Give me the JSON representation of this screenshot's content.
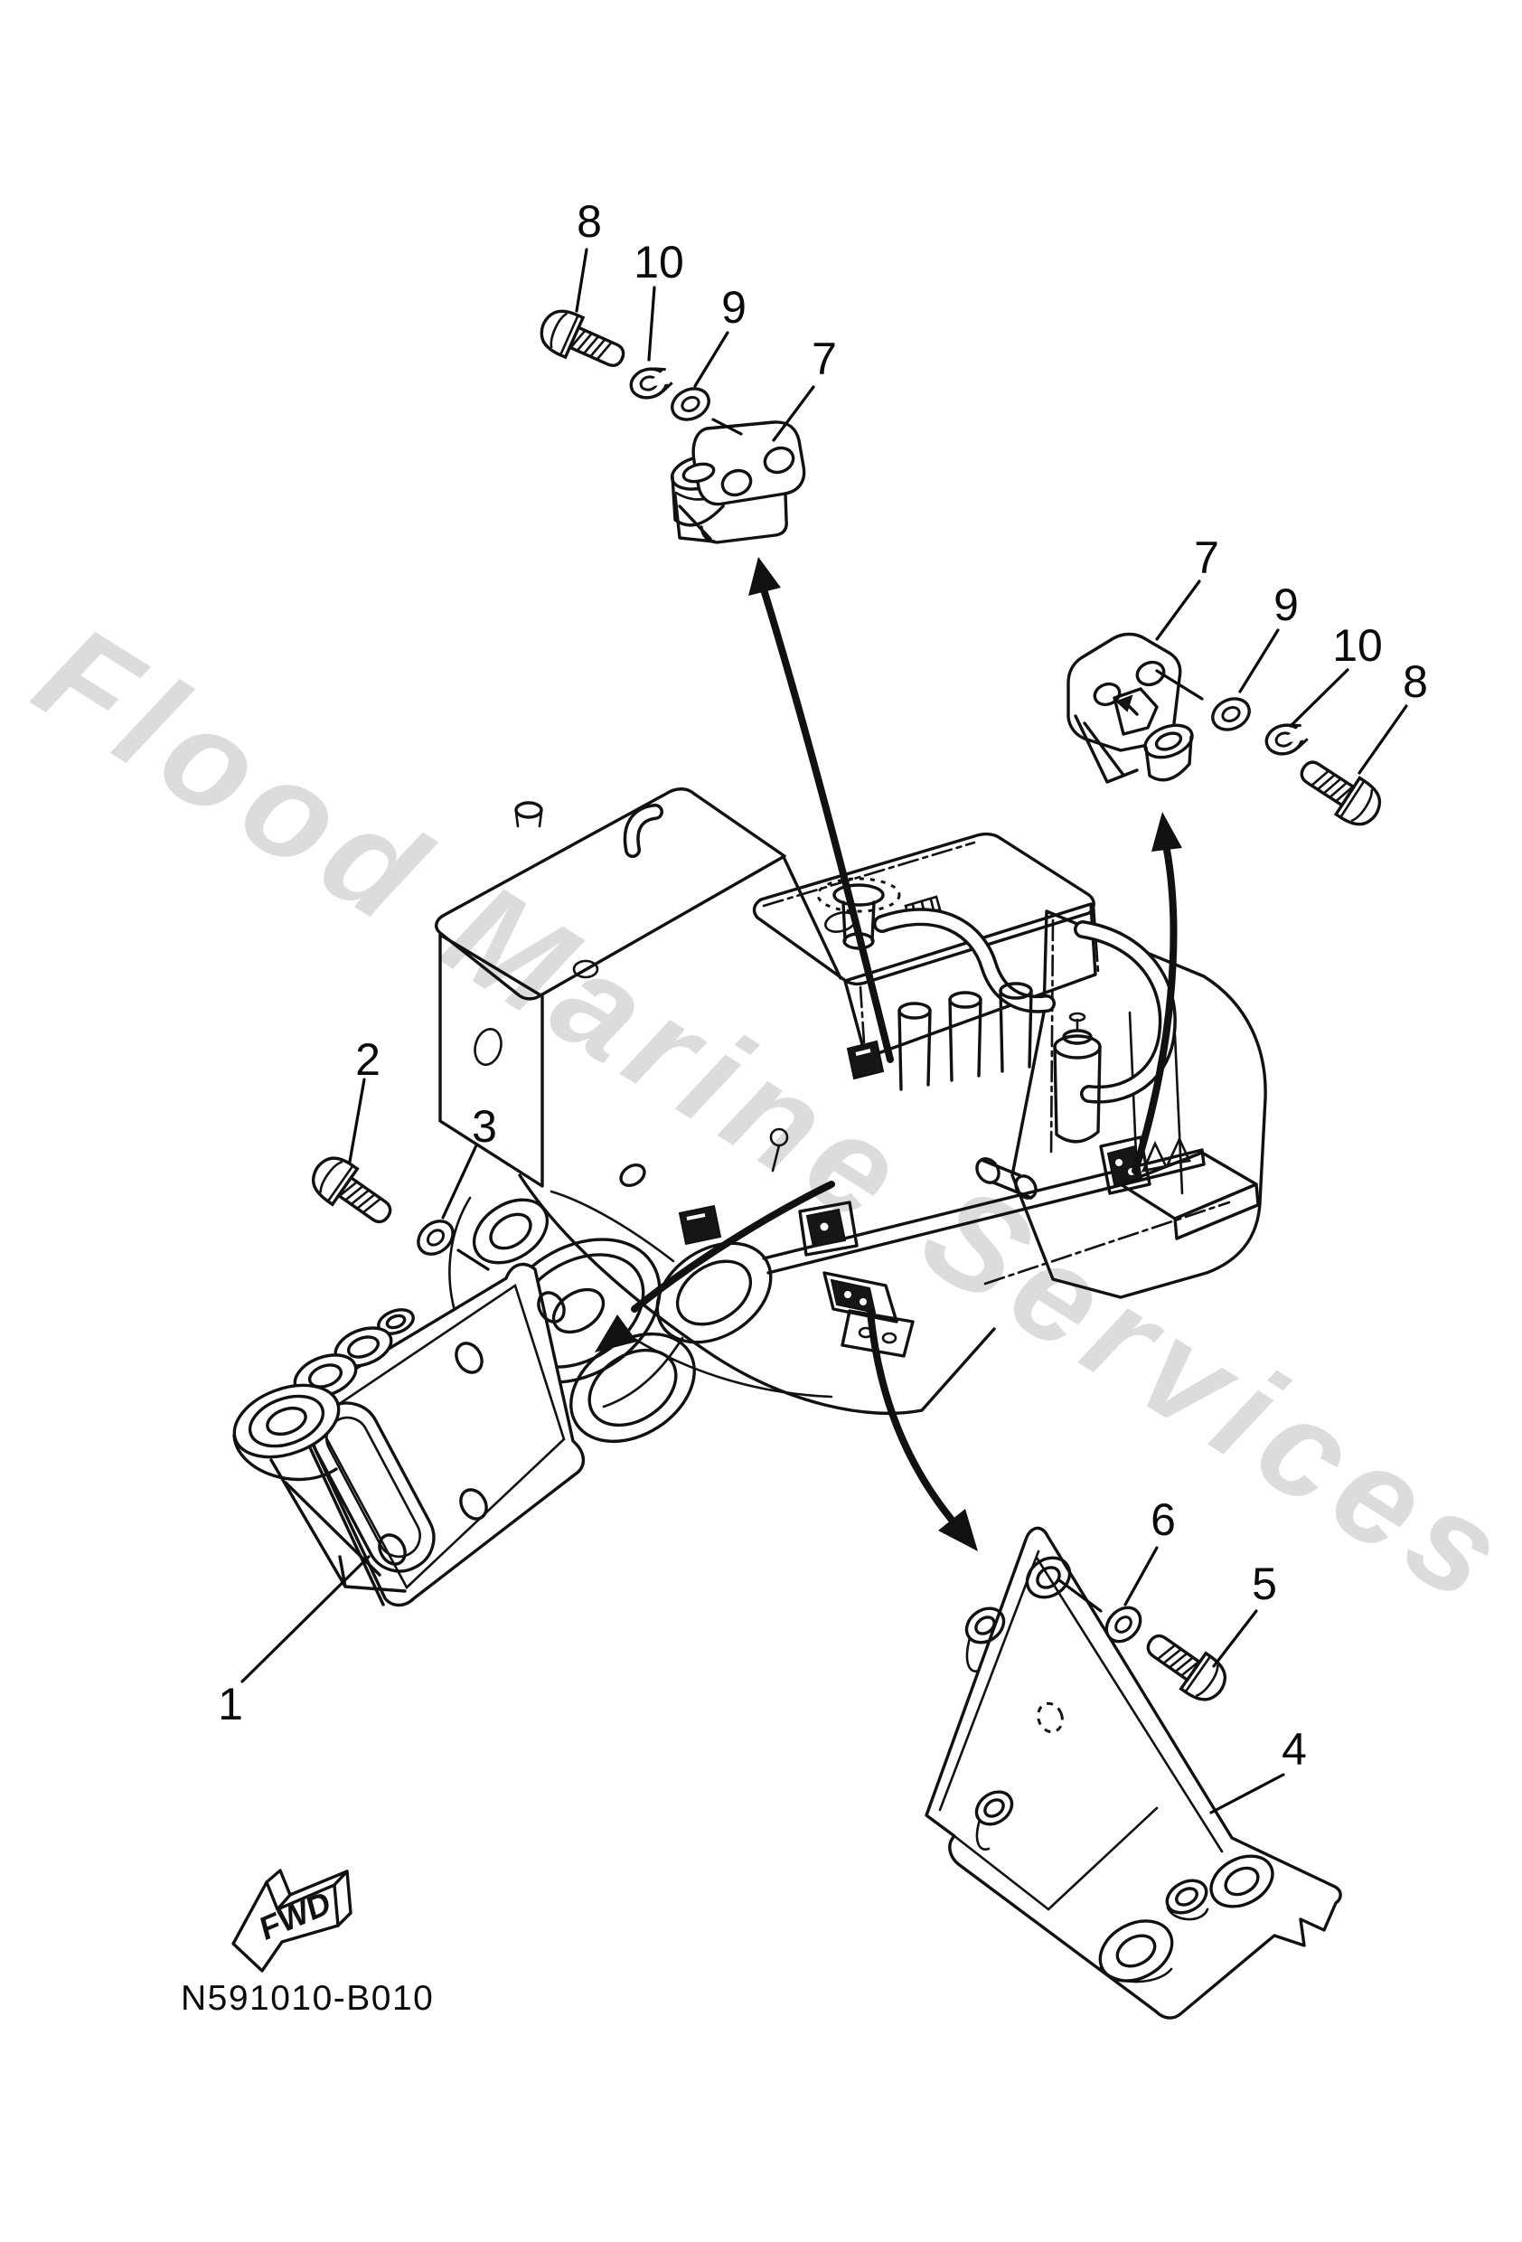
{
  "page": {
    "background": "#ffffff",
    "line_color": "#111111"
  },
  "watermark": {
    "text": "Flood Marine Services",
    "color": "#dcdcdc"
  },
  "footer": {
    "drawing_code": "N591010-B010"
  },
  "direction_arrow": {
    "label": "FWD"
  },
  "callouts": {
    "top_group": [
      "8",
      "10",
      "9",
      "7"
    ],
    "right_group": [
      "7",
      "9",
      "10",
      "8"
    ],
    "left_group": [
      "2",
      "3",
      "1"
    ],
    "bottom_group": [
      "6",
      "5",
      "4"
    ]
  }
}
